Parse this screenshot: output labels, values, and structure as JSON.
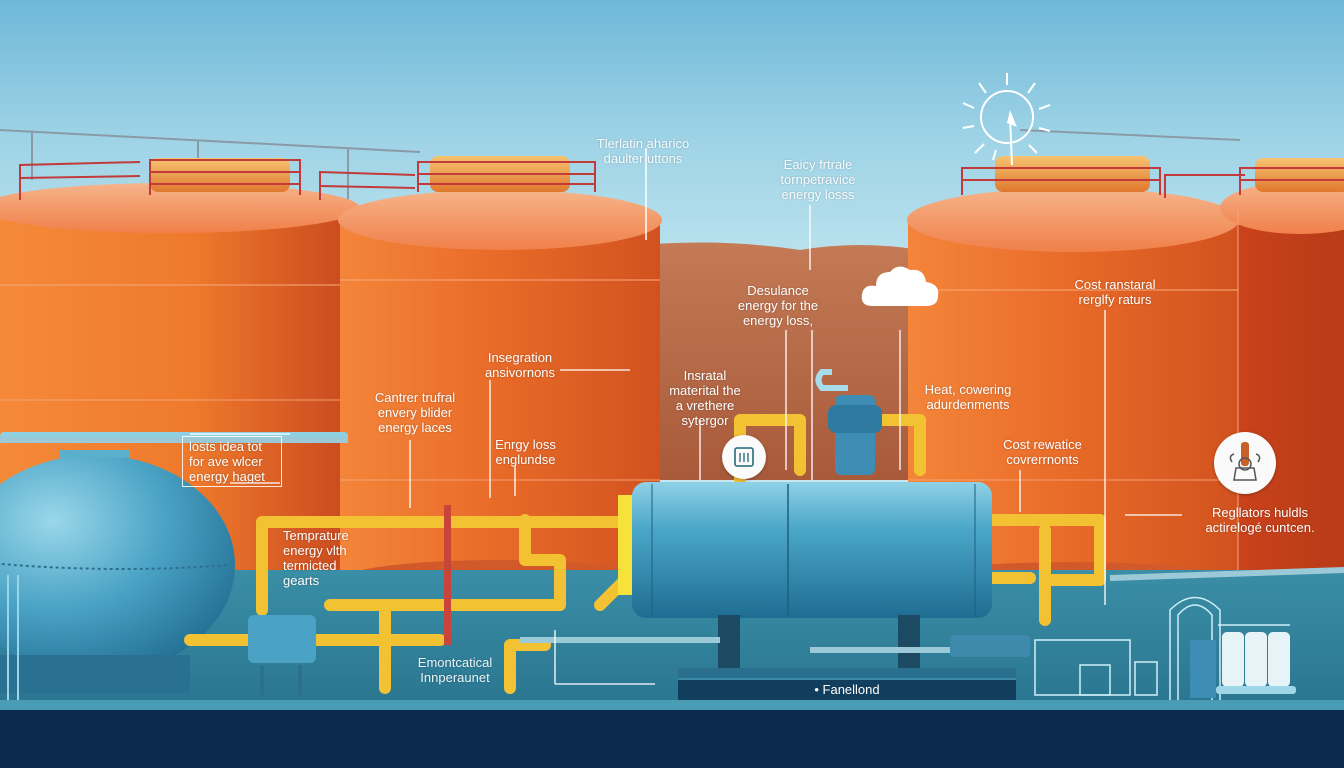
{
  "scene": {
    "title": "Industrial storage tank energy-loss infographic",
    "colors": {
      "sky_top": "#6fb8d8",
      "sky_bottom": "#c8e6ee",
      "tank_orange": "#f07a2e",
      "tank_orange_dark": "#c9431c",
      "tank_blue": "#3f94b8",
      "pipe_yellow": "#f2c233",
      "ground_teal": "#2f7d96",
      "ground_dark": "#0b2a4e",
      "railing_red": "#c23a3a",
      "label_white": "#ffffff"
    }
  },
  "labels": {
    "top_center": "Tlerlatin aharico\ndaulter uttons",
    "top_right_mid": "Eaicy frtrale\ntornpetravice\nenergy losss",
    "mid_desulance": "Desulance\nenergy for the\nenergy loss,",
    "cost_constaral": "Cost ranstaral\nrerglfy raturs",
    "integration": "Insegration\nansivornons",
    "central_energy": "Cantrer trufral\nenvery blider\nenergy laces",
    "energy_loss": "Enrgy loss\nenglundse",
    "insratal": "Insratal\nmaterital the\na vrethere\nsytergor",
    "heat_covering": "Heat, cowering\nadurdenments",
    "cost_rewatice": "Cost rewatice\ncovrerrnonts",
    "regulators": "Regllators huldls\nactirelogé cuntcen.",
    "losts_idea": "losts idea tot\nfor ave wlcer\nenergy haget",
    "temperature": "Temprature\nenergy vlth\ntermicted\ngearts",
    "emontcatical": "Emontcatical\nInnperaunet",
    "footer_plate": "• Fanellond"
  },
  "icons": {
    "sun": "sun-outline-icon",
    "cloud": "cloud-icon",
    "gauge": "gauge-icon",
    "valve": "valve-regulator-icon"
  }
}
